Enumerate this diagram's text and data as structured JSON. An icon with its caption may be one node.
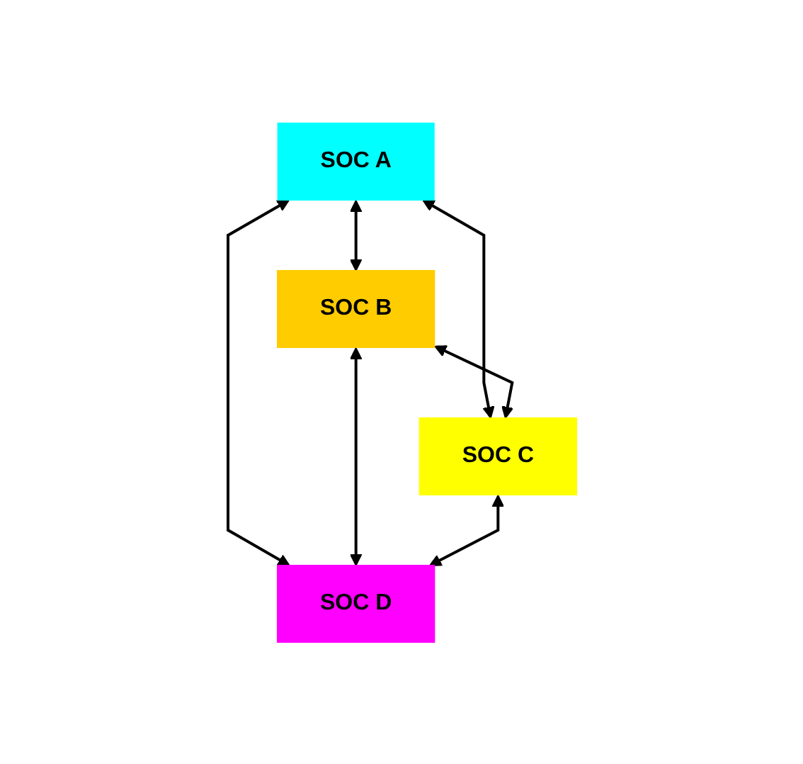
{
  "diagram": {
    "nodes": [
      {
        "text": [
          "SOC A"
        ]
      },
      {
        "text": [
          "SOC B"
        ]
      },
      {
        "text": [
          "SOC C"
        ]
      },
      {
        "text": [
          "SOC D"
        ]
      }
    ],
    "edges": [
      {
        "from": 0,
        "to": 1,
        "arrow": "both"
      },
      {
        "from": 0,
        "to": 2,
        "arrow": "both"
      },
      {
        "from": 0,
        "to": 3,
        "arrow": "both"
      },
      {
        "from": 1,
        "to": 2,
        "arrow": "both"
      },
      {
        "from": 1,
        "to": 3,
        "arrow": "both"
      },
      {
        "from": 2,
        "to": 3,
        "arrow": "both"
      }
    ]
  }
}
